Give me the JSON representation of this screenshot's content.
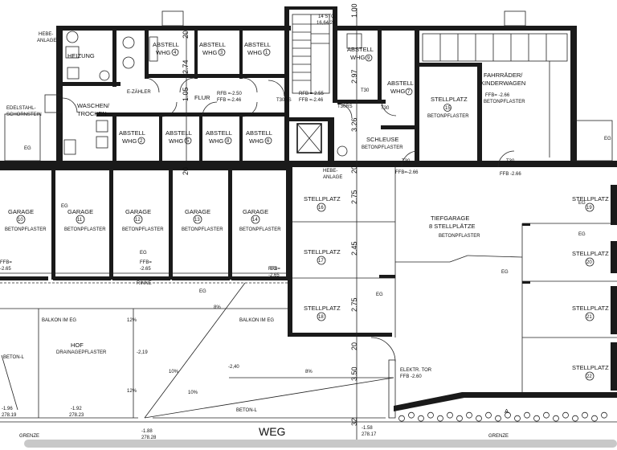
{
  "rooms": {
    "heizung": "HEIZUNG",
    "hebeanlage_top": [
      "HEBE-",
      "ANLAGE"
    ],
    "edelstahl": [
      "EDELSTAHL-",
      "SCHORNSTEIN"
    ],
    "waschen": [
      "WASCHEN/",
      "TROCKEN"
    ],
    "ezaehler": "E-ZÄHLER",
    "flur": "FLUR",
    "flur_rfb": "RFB =-2.50",
    "flur_ffb": "FFB =-2.46",
    "stair_rfb": "RFB =-2.55",
    "stair_ffb": "FFB =-2.46",
    "stair_steps": [
      "14 STG.",
      "16,64/28"
    ],
    "abstell_top": [
      {
        "a": "ABSTELL",
        "b": "WHG",
        "n": "4"
      },
      {
        "a": "ABSTELL",
        "b": "WHG",
        "n": "3"
      },
      {
        "a": "ABSTELL",
        "b": "WHG",
        "n": "1"
      }
    ],
    "abstell_bottom": [
      {
        "a": "ABSTELL",
        "b": "WHG",
        "n": "2"
      },
      {
        "a": "ABSTELL",
        "b": "WHG",
        "n": "5"
      },
      {
        "a": "ABSTELL",
        "b": "WHG",
        "n": "8"
      },
      {
        "a": "ABSTELL",
        "b": "WHG",
        "n": "6"
      }
    ],
    "abstell_9": {
      "a": "ABSTELL",
      "b": "WHG",
      "n": "9"
    },
    "abstell_7": {
      "a": "ABSTELL",
      "b": "WHG",
      "n": "7"
    },
    "t30": "T30",
    "t30rs": "T30RS",
    "schleuse": [
      "SCHLEUSE",
      "BETONPFLASTER"
    ],
    "stellplatz15": [
      "STELLPLATZ",
      "15",
      "BETONPFLASTER"
    ],
    "fahrraeder": [
      "FAHRRÄDER/",
      "KINDERWAGEN",
      "FFB= -2.66",
      "BETONPFLASTER"
    ],
    "hebe_bottom": [
      "HEBE-",
      "ANLAGE"
    ],
    "eg": "EG"
  },
  "garages": [
    {
      "label": "GARAGE",
      "n": "10",
      "sub": "BETONPFLASTER"
    },
    {
      "label": "GARAGE",
      "n": "11",
      "sub": "BETONPFLASTER"
    },
    {
      "label": "GARAGE",
      "n": "12",
      "sub": "BETONPFLASTER"
    },
    {
      "label": "GARAGE",
      "n": "13",
      "sub": "BETONPFLASTER"
    },
    {
      "label": "GARAGE",
      "n": "14",
      "sub": "BETONPFLASTER"
    }
  ],
  "stellplaetze": [
    {
      "label": "STELLPLATZ",
      "n": "16"
    },
    {
      "label": "STELLPLATZ",
      "n": "17"
    },
    {
      "label": "STELLPLATZ",
      "n": "18"
    },
    {
      "label": "STELLPLATZ",
      "n": "19"
    },
    {
      "label": "STELLPLATZ",
      "n": "20"
    },
    {
      "label": "STELLPLATZ",
      "n": "21"
    },
    {
      "label": "STELLPLATZ",
      "n": "22"
    }
  ],
  "tiefgarage": [
    "TIEFGARAGE",
    "8 STELLPLÄTZE",
    "BETONPFLASTER"
  ],
  "levels": {
    "ffb_266_left": "FFB=-2.66",
    "ffb_266_right": "FFB -2.66",
    "ffb_265a": "FFB=",
    "ffb_265a2": "-2.65",
    "ffb_265b": "FFB=",
    "ffb_265b2": "-2.65",
    "ffb_265c": "FFB=",
    "ffb_265c2": "-2.65",
    "rinne": "RINNE",
    "hof_219": "-2,19",
    "hof_240": "-2,40",
    "l196": "-1.96",
    "l196b": "278.19",
    "l192": "-1.92",
    "l192b": "278.23",
    "l188": "-1.88",
    "l188b": "278.28",
    "l158": "-1.58",
    "l158b": "278.17",
    "ffb_260": "FFB -2.60"
  },
  "hof": [
    "HOF",
    "DRAINAGEPFLASTER"
  ],
  "balkon": "BALKON IM EG",
  "beton_l": "BETON-L",
  "elektr_tor": "ELEKTR. TOR",
  "slopes": [
    "12%",
    "12%",
    "10%",
    "10%",
    "8%",
    "8%"
  ],
  "grenze": "GRENZE",
  "weg": "WEG",
  "section": "A",
  "dims": [
    "20",
    "2.74",
    "1.05",
    "20",
    "2.97",
    "1.00",
    "3.26",
    "20",
    "2.75",
    "2.45",
    "2.75",
    "20",
    "3.50",
    "32"
  ]
}
